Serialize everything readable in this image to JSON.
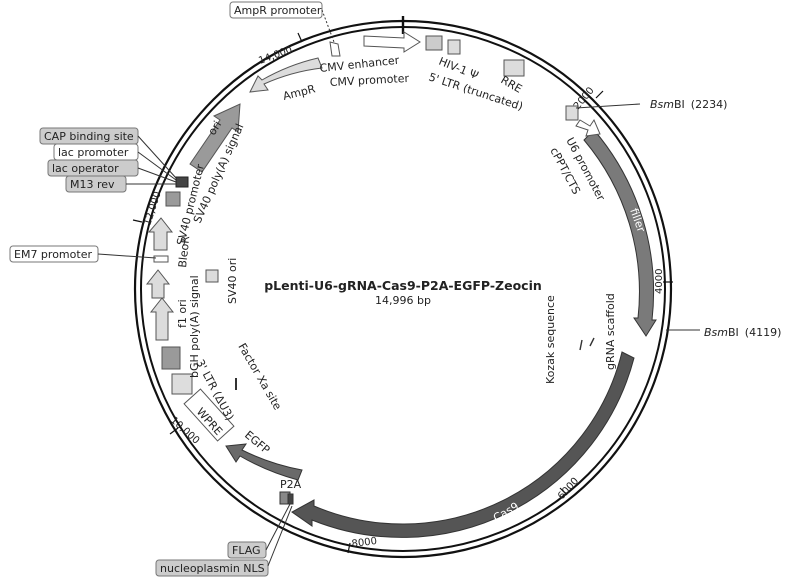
{
  "map": {
    "title": "pLenti-U6-gRNA-Cas9-P2A-EGFP-Zeocin",
    "size": "14,996 bp",
    "colors": {
      "ring": "#111111",
      "feature_dark": "#555555",
      "feature_mid": "#9a9a9a",
      "feature_light": "#dcdcdc",
      "box_gray": "#cccccc"
    },
    "ticks": [
      {
        "label": "2000"
      },
      {
        "label": "4000"
      },
      {
        "label": "6000"
      },
      {
        "label": "8000"
      },
      {
        "label": "10,000"
      },
      {
        "label": "12,000"
      },
      {
        "label": "14,000"
      }
    ],
    "sites": [
      {
        "enzyme": "Bsm",
        "suffix": "BI",
        "pos": "(2234)"
      },
      {
        "enzyme": "Bsm",
        "suffix": "BI",
        "pos": "(4119)"
      }
    ],
    "callouts": [
      {
        "text": "AmpR promoter"
      },
      {
        "text": "CAP binding site"
      },
      {
        "text": "lac promoter"
      },
      {
        "text": "lac operator"
      },
      {
        "text": "M13 rev"
      },
      {
        "text": "EM7 promoter"
      },
      {
        "text": "FLAG"
      },
      {
        "text": "nucleoplasmin NLS"
      }
    ],
    "inner_labels": [
      {
        "text": "filler"
      },
      {
        "text": "Cas9"
      },
      {
        "text": "ori"
      }
    ],
    "features": [
      {
        "text": "U6 promoter"
      },
      {
        "text": "cPPT/CTS"
      },
      {
        "text": "RRE"
      },
      {
        "text": "HIV-1 Ψ"
      },
      {
        "text": "5' LTR (truncated)"
      },
      {
        "text": "CMV enhancer"
      },
      {
        "text": "CMV promoter"
      },
      {
        "text": "AmpR"
      },
      {
        "text": "SV40 poly(A) signal"
      },
      {
        "text": "SV40 promoter"
      },
      {
        "text": "BleoR"
      },
      {
        "text": "SV40 ori"
      },
      {
        "text": "f1 ori"
      },
      {
        "text": "bGH poly(A) signal"
      },
      {
        "text": "3' LTR (ΔU3)"
      },
      {
        "text": "Factor Xa site"
      },
      {
        "text": "WPRE"
      },
      {
        "text": "EGFP"
      },
      {
        "text": "P2A"
      },
      {
        "text": "gRNA scaffold"
      },
      {
        "text": "Kozak sequence"
      }
    ]
  }
}
